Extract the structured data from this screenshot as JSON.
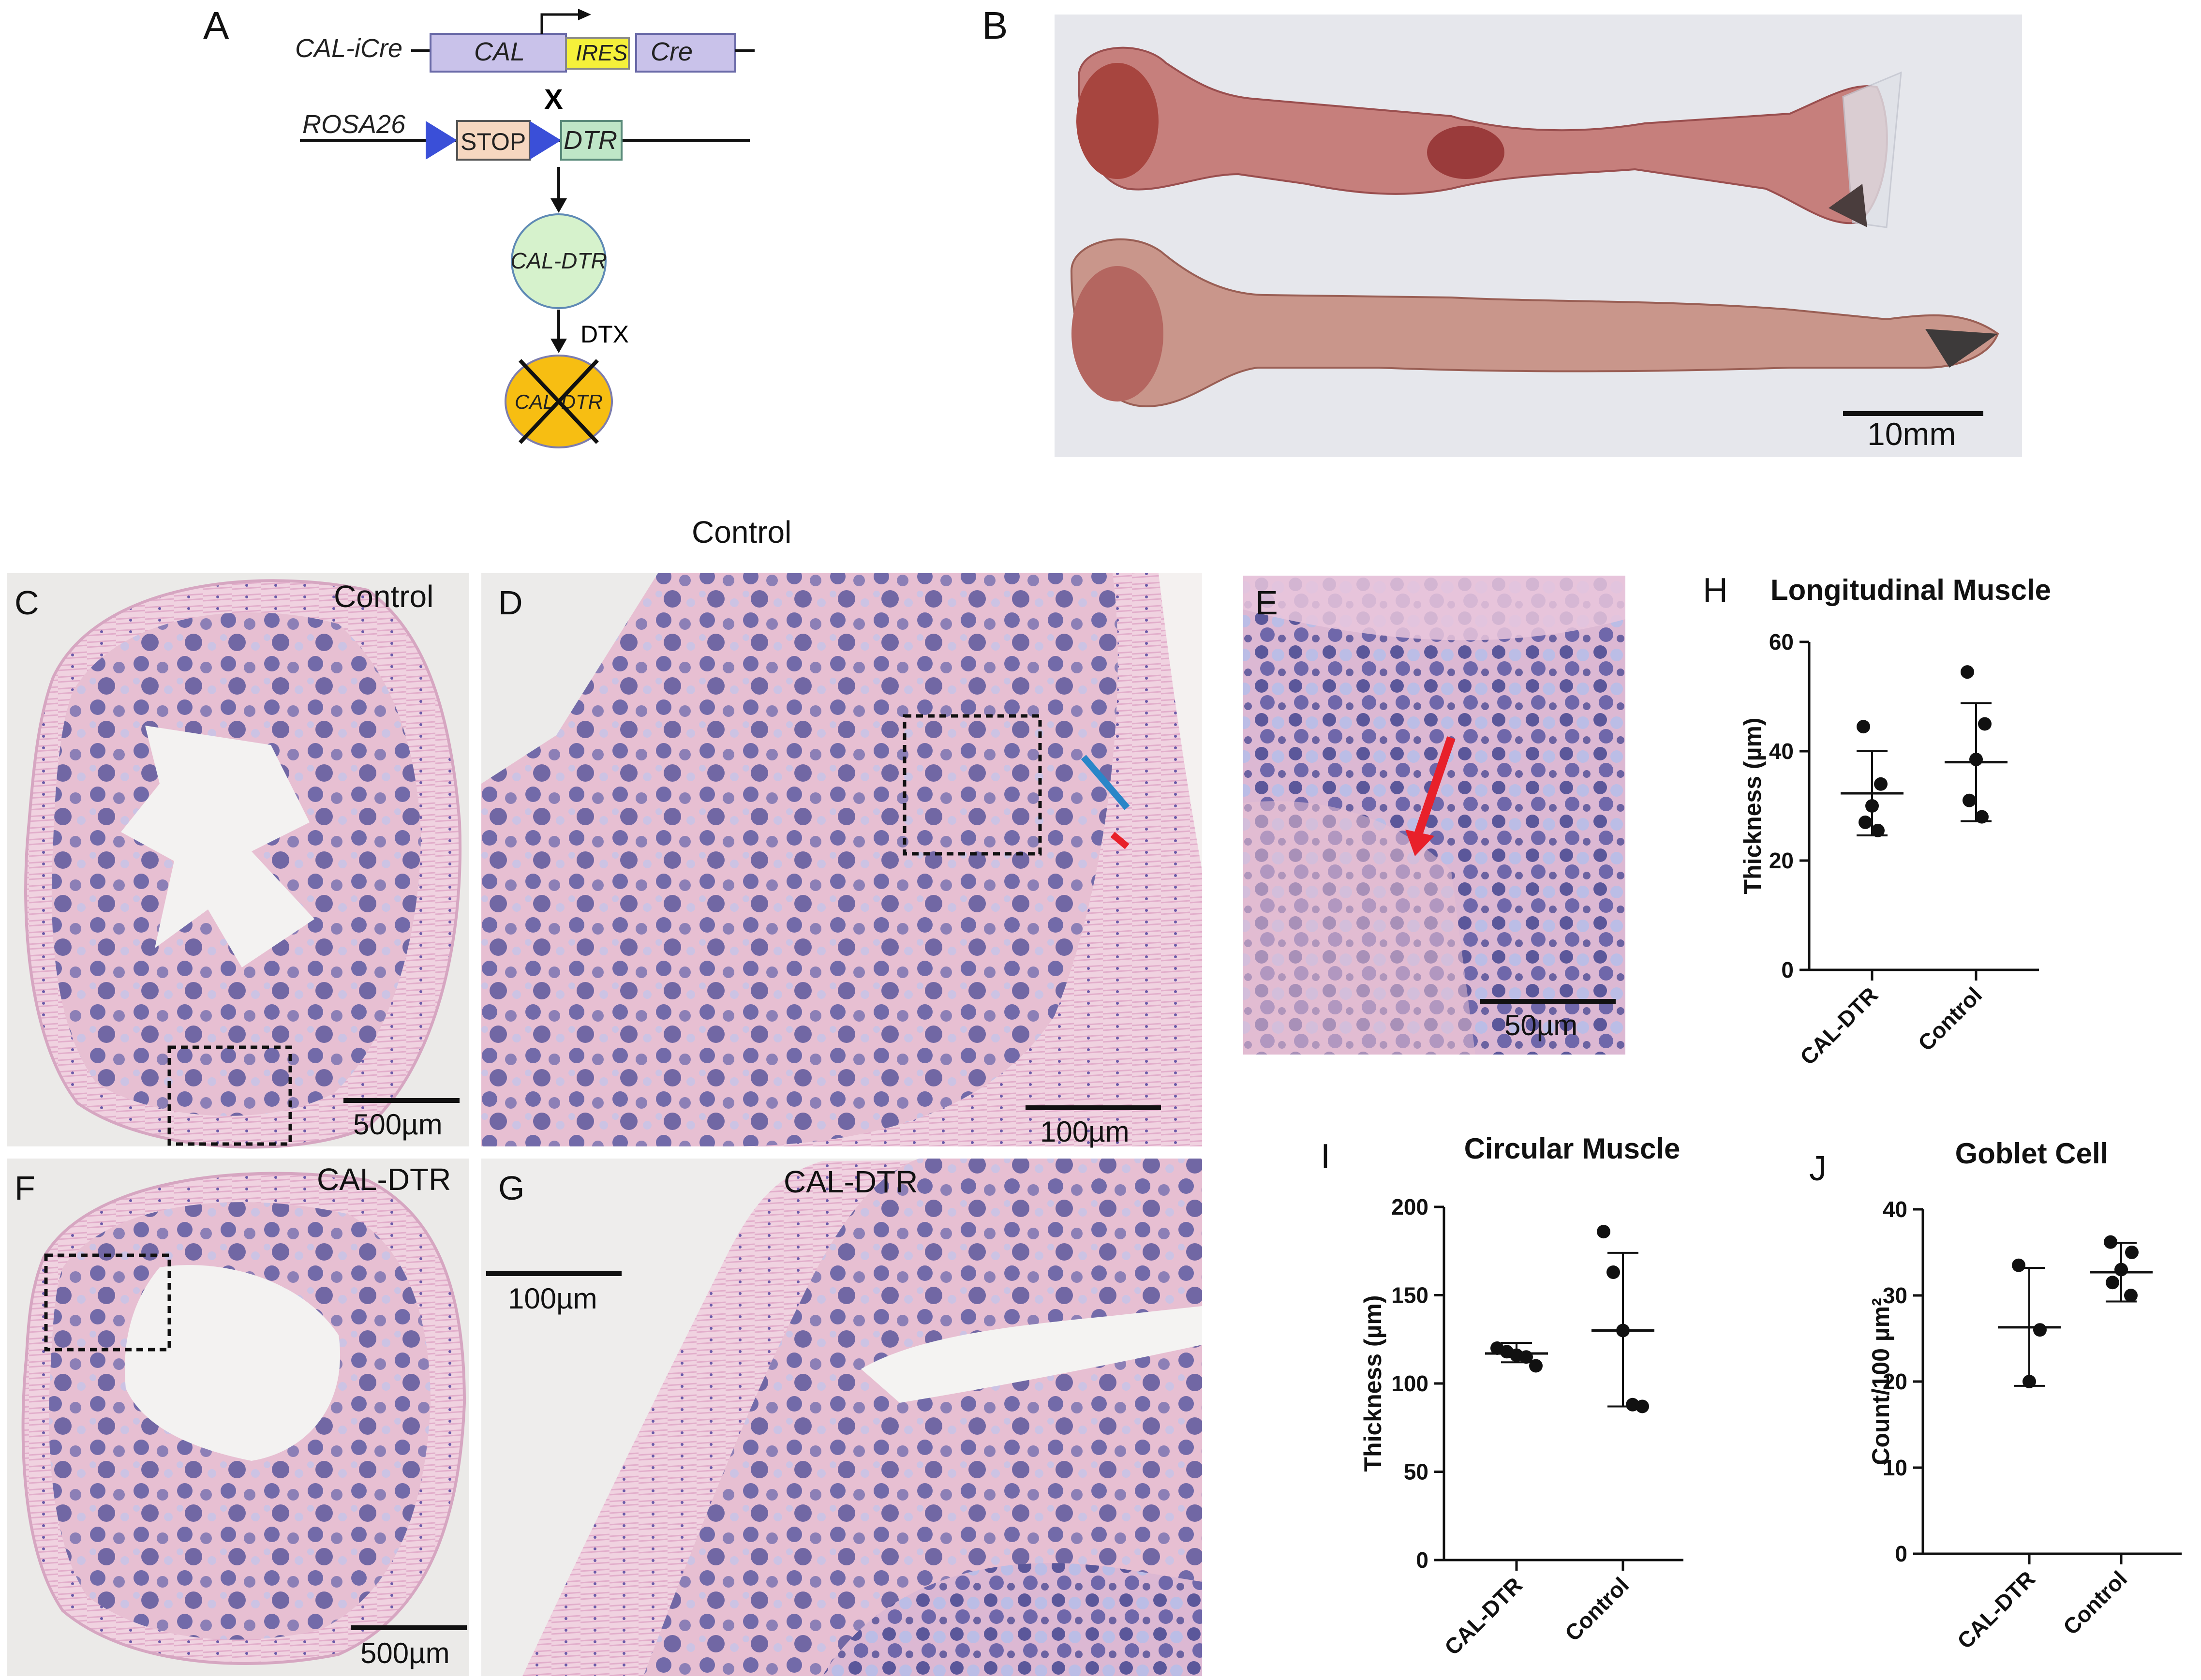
{
  "panel_labels": {
    "A": "A",
    "B": "B",
    "C": "C",
    "D": "D",
    "E": "E",
    "F": "F",
    "G": "G",
    "H": "H",
    "I": "I",
    "J": "J"
  },
  "header": {
    "control_heading": "Control"
  },
  "schematic": {
    "cal_icre": "CAL-iCre",
    "cal": "CAL",
    "ires": "IRES",
    "cre": "Cre",
    "cross": "X",
    "rosa26": "ROSA26",
    "stop": "STOP",
    "dtr": "DTR",
    "cal_dtr": "CAL-DTR",
    "dtx": "DTX",
    "cal_dtr_ablated": "CAL-DTR"
  },
  "photo_b": {
    "scale": "10mm"
  },
  "histology": {
    "c_label": "Control",
    "c_scale": "500µm",
    "d_scale": "100µm",
    "e_scale": "50µm",
    "f_label": "CAL-DTR",
    "f_scale": "500µm",
    "g_label": "CAL-DTR",
    "g_scale": "100µm"
  },
  "colors": {
    "arrow_red": "#e8202a",
    "bar_blue": "#2a86c8",
    "he_pink": "#e7bfd2",
    "he_purple": "#4b4d9a",
    "ires_yellow": "#f5f03a",
    "cal_lavender": "#c9c2ea",
    "dtr_green": "#bfe6c7",
    "stop_peach": "#f6d7c0",
    "loxp_blue": "#3a4fd8",
    "circle_green": "#d6f2cc",
    "circle_orange": "#f7be12"
  },
  "chart_data": [
    {
      "id": "H",
      "type": "scatter",
      "title": "Longitudinal Muscle",
      "ylabel": "Thickness (µm)",
      "categories": [
        "CAL-DTR",
        "Control"
      ],
      "ylim": [
        0,
        60
      ],
      "yticks": [
        0,
        20,
        40,
        60
      ],
      "series": [
        {
          "category": "CAL-DTR",
          "points": [
            44.5,
            34,
            30,
            27,
            25.5
          ],
          "mean": 32.3,
          "sd": [
            24.6,
            40.0
          ]
        },
        {
          "category": "Control",
          "points": [
            54.5,
            45,
            38.5,
            31,
            28
          ],
          "mean": 38.0,
          "sd": [
            27.2,
            48.8
          ]
        }
      ]
    },
    {
      "id": "I",
      "type": "scatter",
      "title": "Circular Muscle",
      "ylabel": "Thickness (µm)",
      "categories": [
        "CAL-DTR",
        "Control"
      ],
      "ylim": [
        0,
        200
      ],
      "yticks": [
        0,
        50,
        100,
        150,
        200
      ],
      "series": [
        {
          "category": "CAL-DTR",
          "points": [
            120,
            118,
            116,
            115,
            110
          ],
          "mean": 117,
          "sd": [
            112,
            123
          ]
        },
        {
          "category": "Control",
          "points": [
            186,
            163,
            130,
            88,
            87
          ],
          "mean": 130,
          "sd": [
            87,
            174
          ]
        }
      ]
    },
    {
      "id": "J",
      "type": "scatter",
      "title": "Goblet Cell",
      "ylabel": "Count/100 µm²",
      "categories": [
        "CAL-DTR",
        "Control"
      ],
      "ylim": [
        0,
        40
      ],
      "yticks": [
        0,
        10,
        20,
        30,
        40
      ],
      "series": [
        {
          "category": "CAL-DTR",
          "points": [
            33.5,
            26,
            20
          ],
          "mean": 26.3,
          "sd": [
            19.5,
            33.2
          ]
        },
        {
          "category": "Control",
          "points": [
            36.2,
            35,
            33,
            31.5,
            30
          ],
          "mean": 32.7,
          "sd": [
            29.3,
            36.1
          ]
        }
      ]
    }
  ]
}
